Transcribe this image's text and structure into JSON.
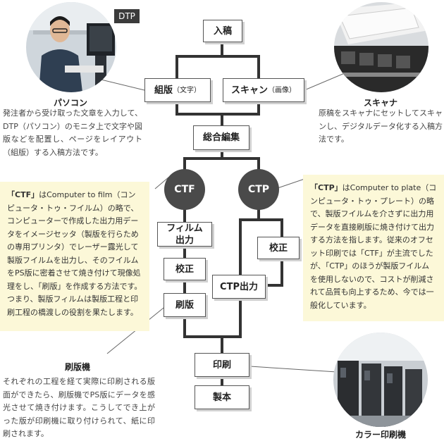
{
  "flow": {
    "nyuko": "入稿",
    "kumihan": "組版",
    "kumihan_sub": "（文字）",
    "scan": "スキャン",
    "scan_sub": "（画像）",
    "sogo": "総合編集",
    "ctf": "CTF",
    "ctp": "CTP",
    "film_l1": "フィルム",
    "film_l2": "出力",
    "kosei_left": "校正",
    "kosei_right": "校正",
    "ctp_out": "CTP出力",
    "sappan": "刷版",
    "insatsu": "印刷",
    "seihon": "製本"
  },
  "dtp": {
    "tag": "DTP",
    "caption": "パソコン",
    "desc": "発注者から受け取った文章を入力して、DTP（パソコン）のモニタ上で文字や図版などを配置し、ページをレイアウト（組版）する入稿方法です。"
  },
  "scanner": {
    "caption": "スキャナ",
    "desc": "原稿をスキャナにセットしてスキャンし、デジタルデータ化する入稿方法です。"
  },
  "ctf_note": {
    "term": "「CTF」",
    "text": "はComputer to film（コンピュータ・トゥ・フイルム）の略で、コンピューターで作成した出力用データをイメージセッタ（製版を行らための専用プリンタ）でレーザー露光して製版フイルムを出力し、そのフイルムをPS版に密着させて焼き付けて現像処理をし、「刷版」を作成する方法です。つまり、製版フィルムは製版工程と印刷工程の橋渡しの役割を果たします。"
  },
  "ctp_note": {
    "term": "「CTP」",
    "text": "はComputer to plate（コンピュータ・トゥ・プレート）の略で、製版フイルムを介さずに出力用データを直接刷版に焼き付けて出力する方法を指します。従来のオフセット印刷では「CTF」が主流でしたが、「CTP」のほうが製版フイルムを使用しないので、コストが削減されて品質も向上するため、今では一般化しています。"
  },
  "plate_machine": {
    "caption": "刷版機",
    "desc": "それぞれの工程を経て実際に印刷される版面ができたら、刷版機でPS版にデータを感光させて焼き付けます。こうしてでき上がった版が印刷機に取り付けられて、紙に印刷されます。"
  },
  "press": {
    "caption": "カラー印刷機"
  }
}
